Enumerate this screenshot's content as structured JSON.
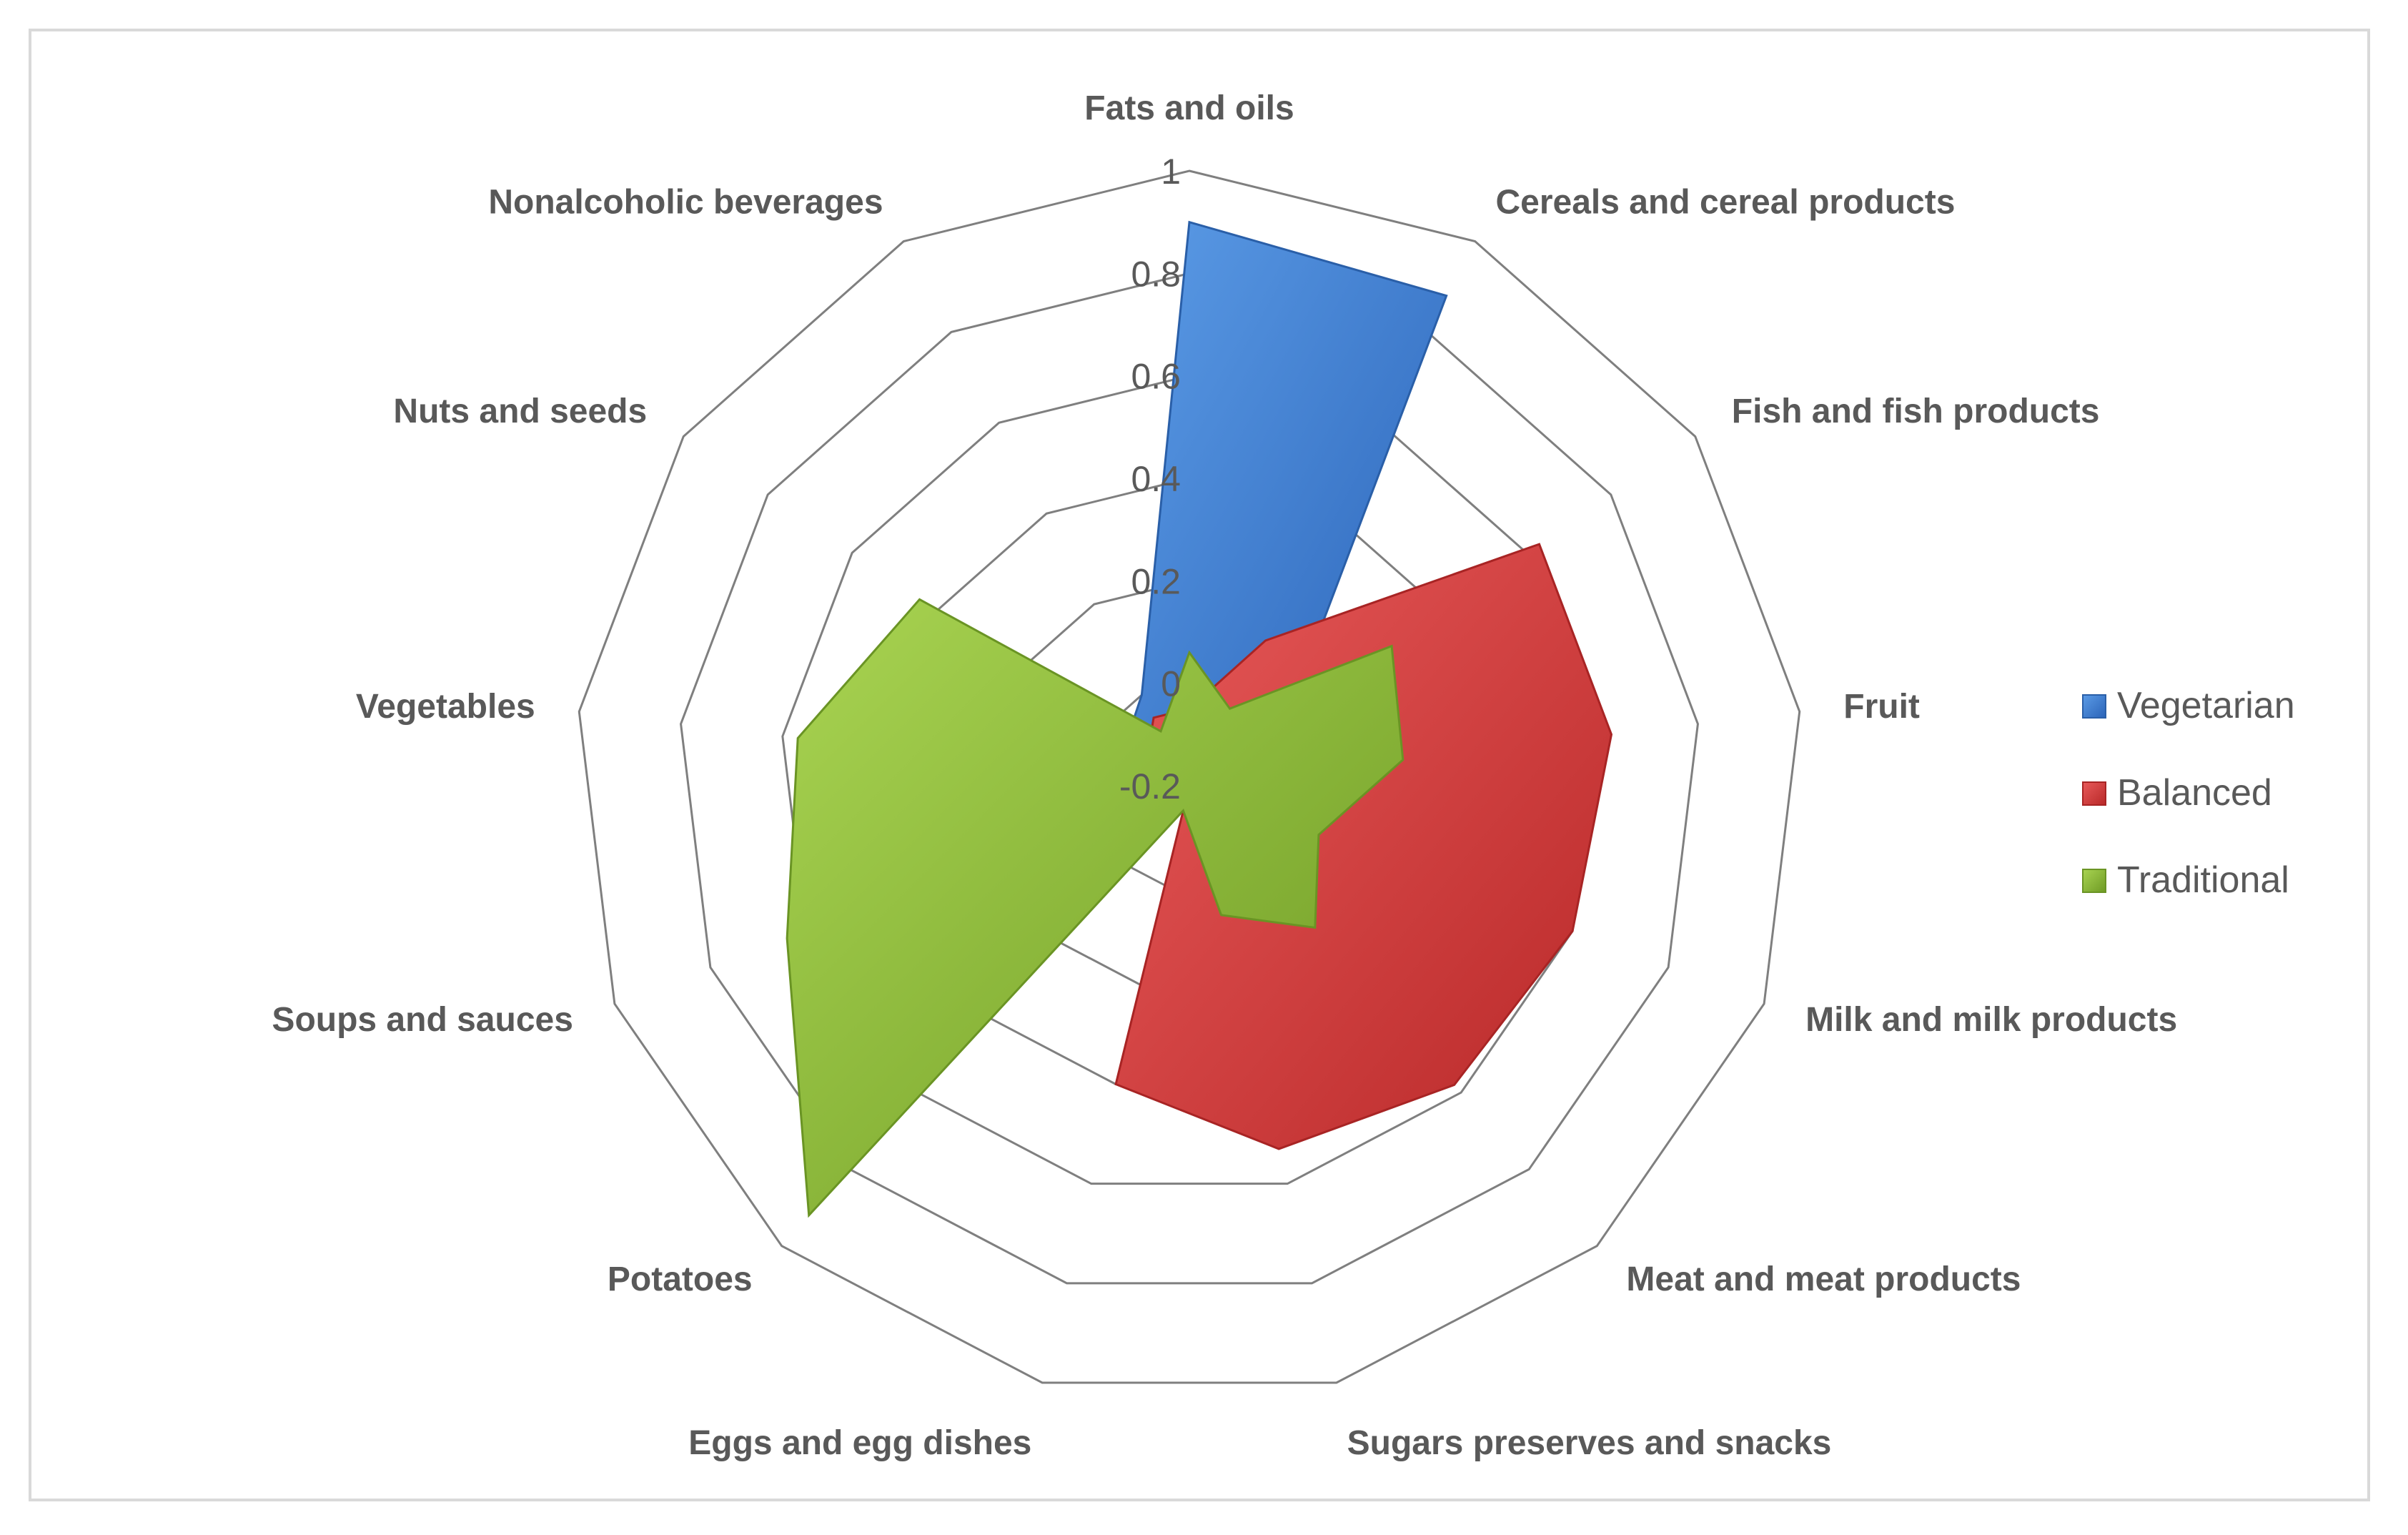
{
  "chart_data": {
    "type": "radar",
    "title": "",
    "categories": [
      "Fats and oils",
      "Cereals and cereal products",
      "Fish and fish products",
      "Fruit",
      "Milk and milk products",
      "Meat and meat products",
      "Sugars preserves and snacks",
      "Eggs and egg dishes",
      "Potatoes",
      "Soups and sauces",
      "Vegetables",
      "Nuts and seeds",
      "Nonalcoholic beverages"
    ],
    "rlim": [
      -0.2,
      1
    ],
    "ticks": [
      "-0.2",
      "0",
      "0.2",
      "0.4",
      "0.6",
      "0.8",
      "1"
    ],
    "tick_values": [
      -0.2,
      0,
      0.2,
      0.4,
      0.6,
      0.8,
      1
    ],
    "series": [
      {
        "name": "Vegetarian",
        "color": "#3f7ecf",
        "values": [
          0.9,
          0.88,
          0.03,
          -0.05,
          -0.1,
          -0.15,
          -0.2,
          -0.2,
          -0.2,
          -0.15,
          -0.1,
          -0.05,
          0.0
        ]
      },
      {
        "name": "Balanced",
        "color": "#d83b3b",
        "values": [
          -0.05,
          0.12,
          0.63,
          0.63,
          0.6,
          0.58,
          0.53,
          0.4,
          -0.2,
          -0.2,
          -0.12,
          -0.1,
          -0.05
        ]
      },
      {
        "name": "Traditional",
        "color": "#8dbb3a",
        "values": [
          0.06,
          -0.03,
          0.28,
          0.22,
          0.07,
          0.17,
          0.06,
          -0.15,
          0.92,
          0.64,
          0.57,
          0.44,
          -0.08
        ]
      }
    ],
    "grid": true,
    "legend_position": "right"
  }
}
